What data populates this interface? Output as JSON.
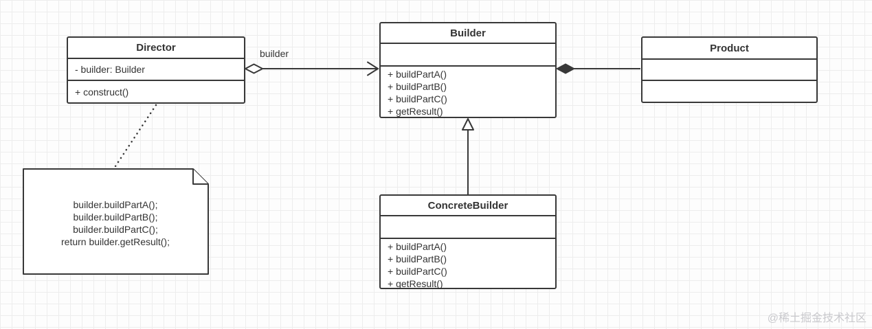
{
  "classes": {
    "director": {
      "name": "Director",
      "attributes": [
        "- builder: Builder"
      ],
      "methods": [
        "+ construct()"
      ]
    },
    "builder": {
      "name": "Builder",
      "attributes": [],
      "methods": [
        "+ buildPartA()",
        "+ buildPartB()",
        "+ buildPartC()",
        "+ getResult()"
      ]
    },
    "product": {
      "name": "Product",
      "attributes": [],
      "methods": []
    },
    "concrete_builder": {
      "name": "ConcreteBuilder",
      "attributes": [],
      "methods": [
        "+ buildPartA()",
        "+ buildPartB()",
        "+ buildPartC()",
        "+ getResult()"
      ]
    }
  },
  "note": {
    "lines": [
      "builder.buildPartA();",
      "builder.buildPartB();",
      "builder.buildPartC();",
      "return builder.getResult();"
    ]
  },
  "edges": {
    "director_builder": {
      "label": "builder",
      "type": "aggregation-open-diamond-with-open-arrow"
    },
    "builder_product": {
      "type": "composition-filled-diamond"
    },
    "concretebuilder_builder": {
      "type": "generalization-hollow-triangle"
    },
    "director_note": {
      "type": "dotted-note-anchor"
    }
  },
  "watermark": "@稀土掘金技术社区",
  "colors": {
    "stroke": "#383838",
    "text": "#333333",
    "grid": "#ededed",
    "fill": "#ffffff",
    "watermark": "#c9c9cd"
  }
}
